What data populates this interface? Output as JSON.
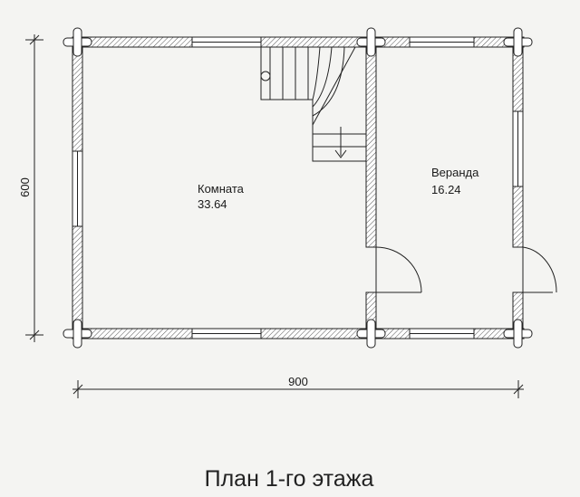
{
  "plan": {
    "rooms": [
      {
        "name": "Комната",
        "area": "33.64"
      },
      {
        "name": "Веранда",
        "area": "16.24"
      }
    ],
    "dimensions": {
      "height": "600",
      "width": "900"
    },
    "caption": "План 1-го этажа"
  }
}
